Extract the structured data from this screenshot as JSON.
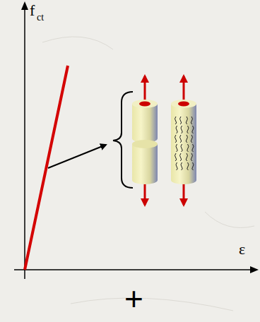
{
  "diagram": {
    "labels": [
      "f",
      "ct",
      "ε",
      "+"
    ]
  }
}
